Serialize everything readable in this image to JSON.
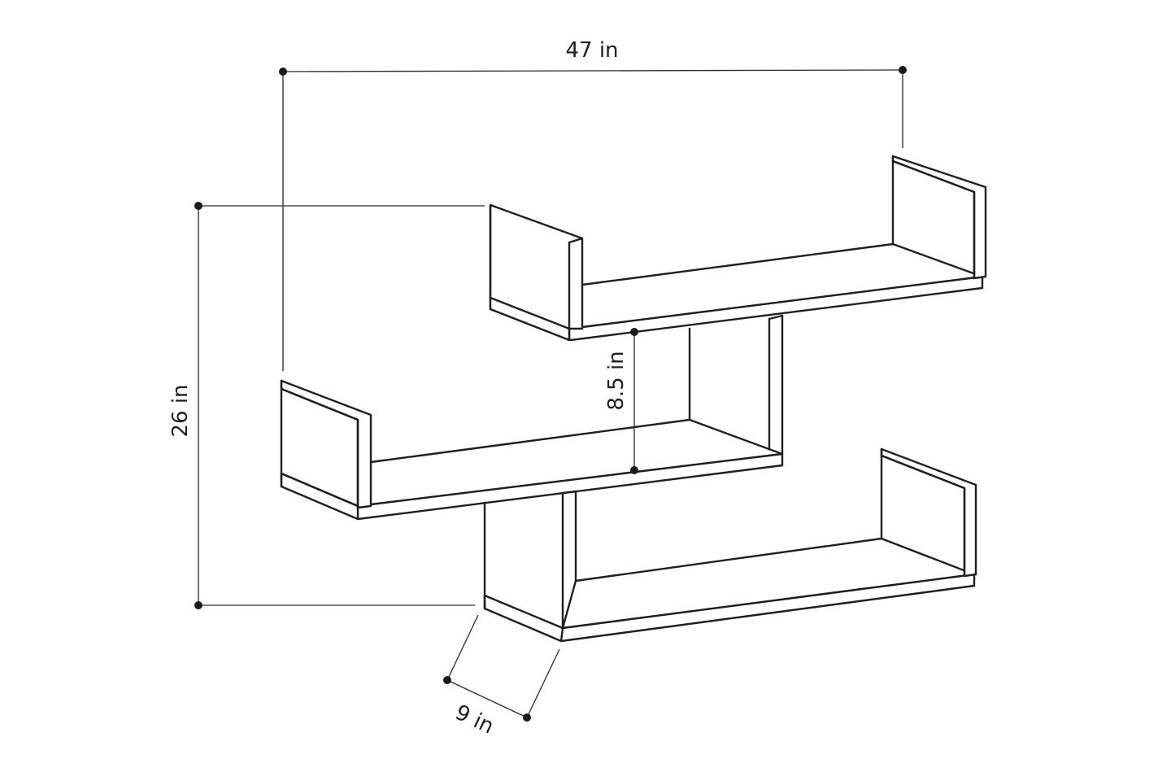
{
  "dimensions": {
    "width": "47 in",
    "height": "26 in",
    "spacing": "8.5 in",
    "depth": "9 in"
  }
}
